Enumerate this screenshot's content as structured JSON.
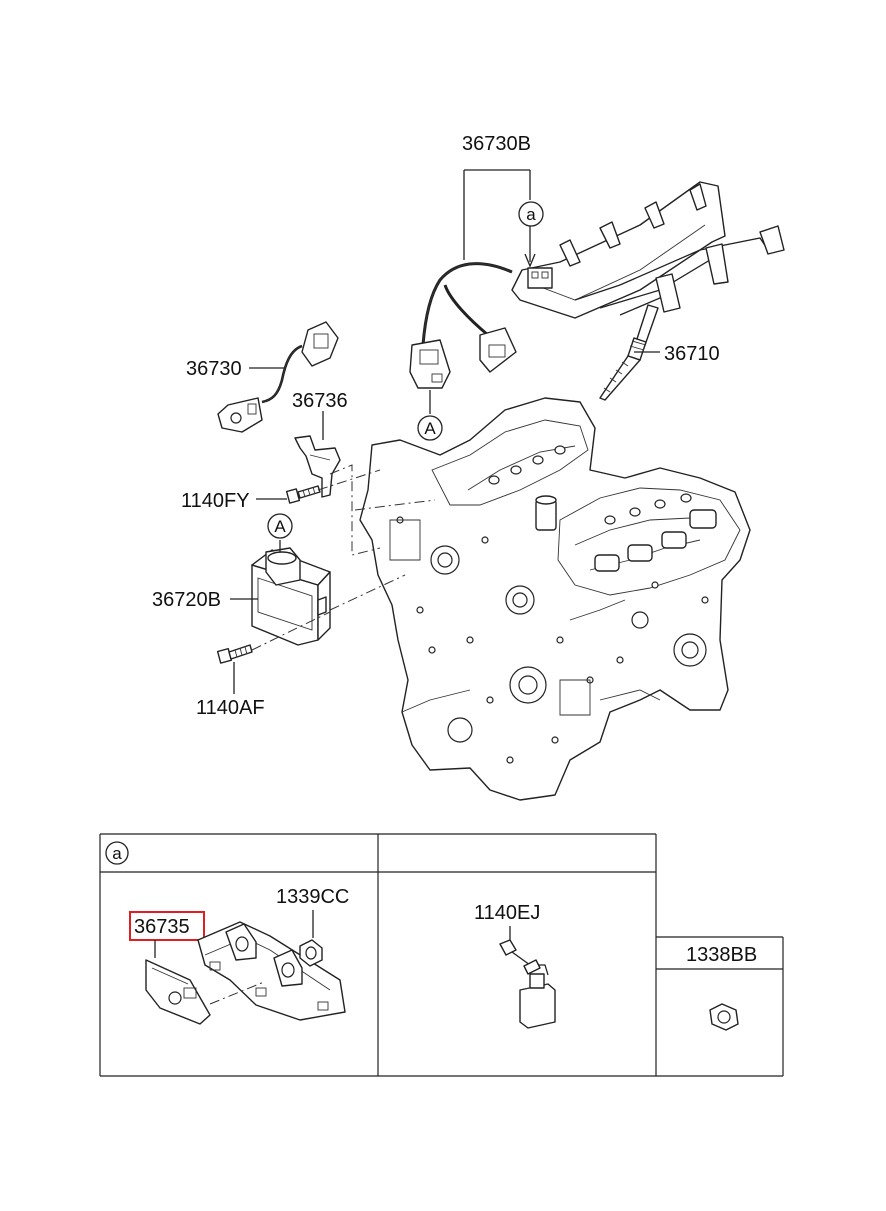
{
  "callouts": {
    "harness": "36730B",
    "spark_plug": "36710",
    "sensor": "36730",
    "bracket": "36736",
    "bolt_fy": "1140FY",
    "module": "36720B",
    "bolt_af": "1140AF"
  },
  "markers": {
    "a": "a",
    "A": "A"
  },
  "detail_table": {
    "header_marker": "a",
    "cell1": {
      "bracket_part": "36735",
      "nut_part": "1339CC"
    },
    "cell2": {
      "bolt_part": "1140EJ"
    },
    "cell3": {
      "header": "1338BB"
    }
  },
  "colors": {
    "line": "#222222",
    "highlight": "#e02020"
  }
}
